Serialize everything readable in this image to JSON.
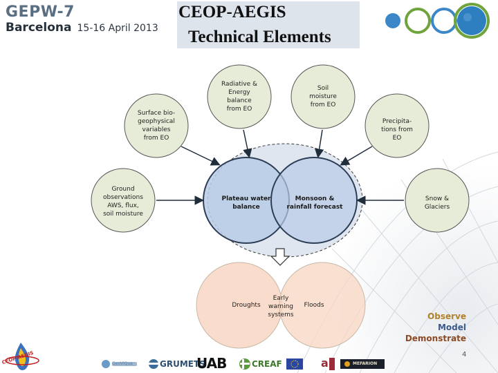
{
  "header": {
    "conference": "GEPW-7",
    "city": "Barcelona",
    "dates": "15-16 April 2013",
    "title_line1": "CEOP-AEGIS",
    "title_line2": "Technical Elements"
  },
  "diagram": {
    "inputs": [
      {
        "id": "radiative",
        "label": "Radiative &\nEnergy\nbalance\nfrom EO"
      },
      {
        "id": "soil-moisture",
        "label": "Soil\nmoisture\nfrom EO"
      },
      {
        "id": "surface",
        "label": "Surface bio-\ngeophysical\nvariables\nfrom EO"
      },
      {
        "id": "precip",
        "label": "Precipita-\ntions from\nEO"
      },
      {
        "id": "ground",
        "label": "Ground\nobservations\nAWS, flux,\nsoil moisture"
      },
      {
        "id": "snow",
        "label": "Snow &\nGlaciers"
      }
    ],
    "core": {
      "left": "Plateau water\nbalance",
      "right": "Monsoon &\nrainfall forecast"
    },
    "outputs": {
      "left": "Droughts",
      "center": "Early\nwarning\nsystems",
      "right": "Floods"
    }
  },
  "motto": {
    "line1": "Observe",
    "line2": "Model",
    "line3": "Demonstrate"
  },
  "page_number": "4",
  "logos": {
    "ceop_aegis": "CEOP-AEGIS",
    "geovigia": "GeoViQua",
    "grumets": "GRUMETS",
    "uab": "UAB",
    "creaf": "CREAF",
    "eu": "EU",
    "a": "a",
    "meteo": "MEFARION"
  },
  "colors": {
    "node_fill": "#e7ecd8",
    "node_stroke": "#555555",
    "core_fill": "#b8cbe6",
    "core_stroke": "#2c3e55",
    "output_fill": "#f8d6c2",
    "output_stroke": "#c8b8a8",
    "deco_blue": "#3b87c7",
    "deco_green": "#6fa33c"
  }
}
